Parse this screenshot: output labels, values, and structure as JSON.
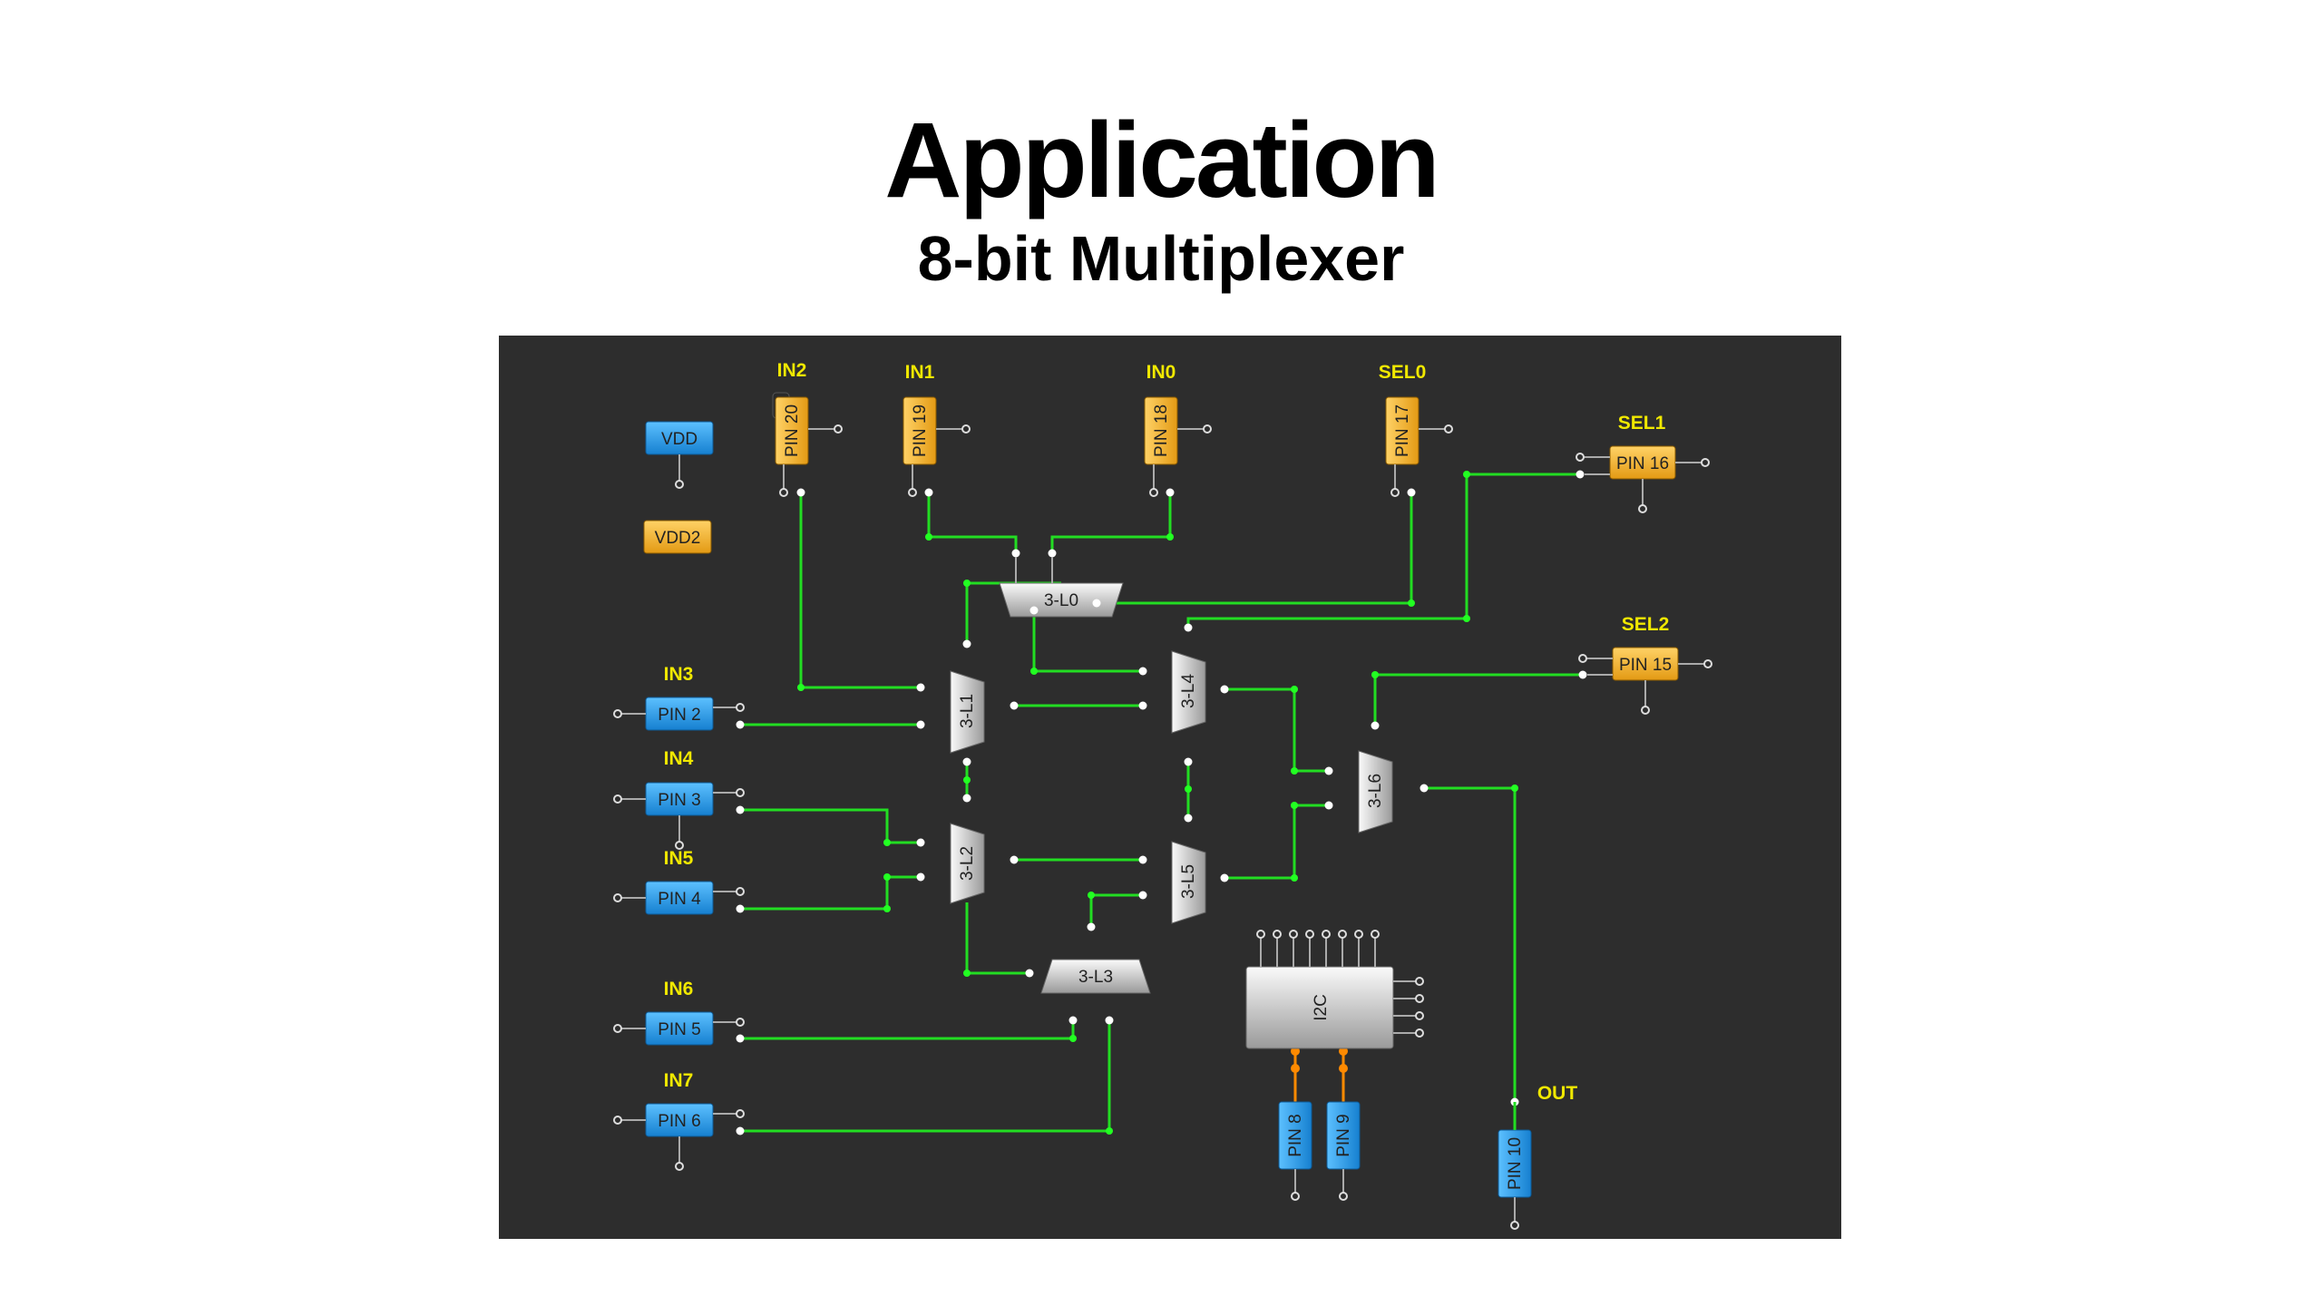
{
  "title": "Application",
  "subtitle": "8-bit Multiplexer",
  "colors": {
    "background": "#2d2d2d",
    "wire": "#22dd22",
    "orange_pin": "#f0b030",
    "blue_pin": "#2a9be8",
    "label": "#f0e800",
    "i2c_wire": "#ff8a00"
  },
  "power": {
    "vdd": "VDD",
    "vdd2": "VDD2"
  },
  "labels": {
    "in0": "IN0",
    "in1": "IN1",
    "in2": "IN2",
    "in3": "IN3",
    "in4": "IN4",
    "in5": "IN5",
    "in6": "IN6",
    "in7": "IN7",
    "sel0": "SEL0",
    "sel1": "SEL1",
    "sel2": "SEL2",
    "out": "OUT"
  },
  "pins": {
    "p2": "PIN 2",
    "p3": "PIN 3",
    "p4": "PIN 4",
    "p5": "PIN 5",
    "p6": "PIN 6",
    "p8": "PIN 8",
    "p9": "PIN 9",
    "p10": "PIN 10",
    "p15": "PIN 15",
    "p16": "PIN 16",
    "p17": "PIN 17",
    "p18": "PIN 18",
    "p19": "PIN 19",
    "p20": "PIN 20"
  },
  "blocks": {
    "l0": "3-L0",
    "l1": "3-L1",
    "l2": "3-L2",
    "l3": "3-L3",
    "l4": "3-L4",
    "l5": "3-L5",
    "l6": "3-L6",
    "i2c": "I2C"
  }
}
